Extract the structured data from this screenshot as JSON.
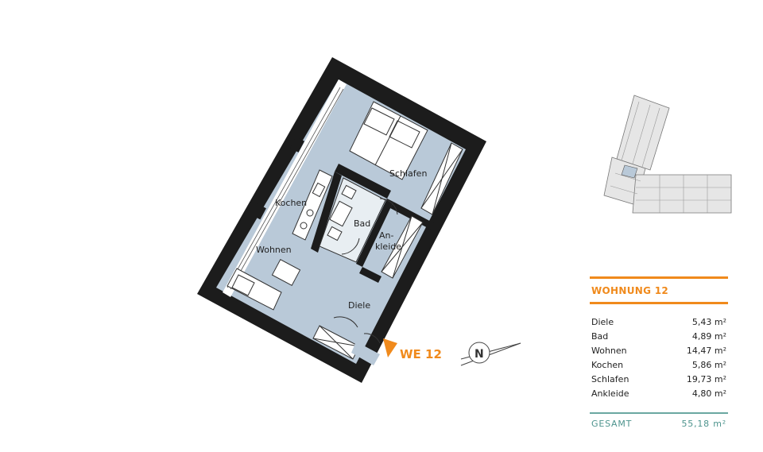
{
  "rooms": {
    "schlafen": "Schlafen",
    "kochen": "Kochen",
    "bad": "Bad",
    "ankleide_1": "An-",
    "ankleide_2": "kleide",
    "wohnen": "Wohnen",
    "diele": "Diele"
  },
  "unit_label": "WE 12",
  "north_letter": "N",
  "panel": {
    "title": "WOHNUNG 12",
    "rows": [
      {
        "name": "Diele",
        "area": "5,43 m²"
      },
      {
        "name": "Bad",
        "area": "4,89 m²"
      },
      {
        "name": "Wohnen",
        "area": "14,47 m²"
      },
      {
        "name": "Kochen",
        "area": "5,86 m²"
      },
      {
        "name": "Schlafen",
        "area": "19,73 m²"
      },
      {
        "name": "Ankleide",
        "area": "4,80 m²"
      }
    ],
    "total_label": "GESAMT",
    "total_value": "55,18 m²"
  },
  "colors": {
    "floor": "#b9c9d8",
    "wall": "#1c1c1c",
    "accent": "#f08a1c",
    "total": "#4e948e"
  }
}
